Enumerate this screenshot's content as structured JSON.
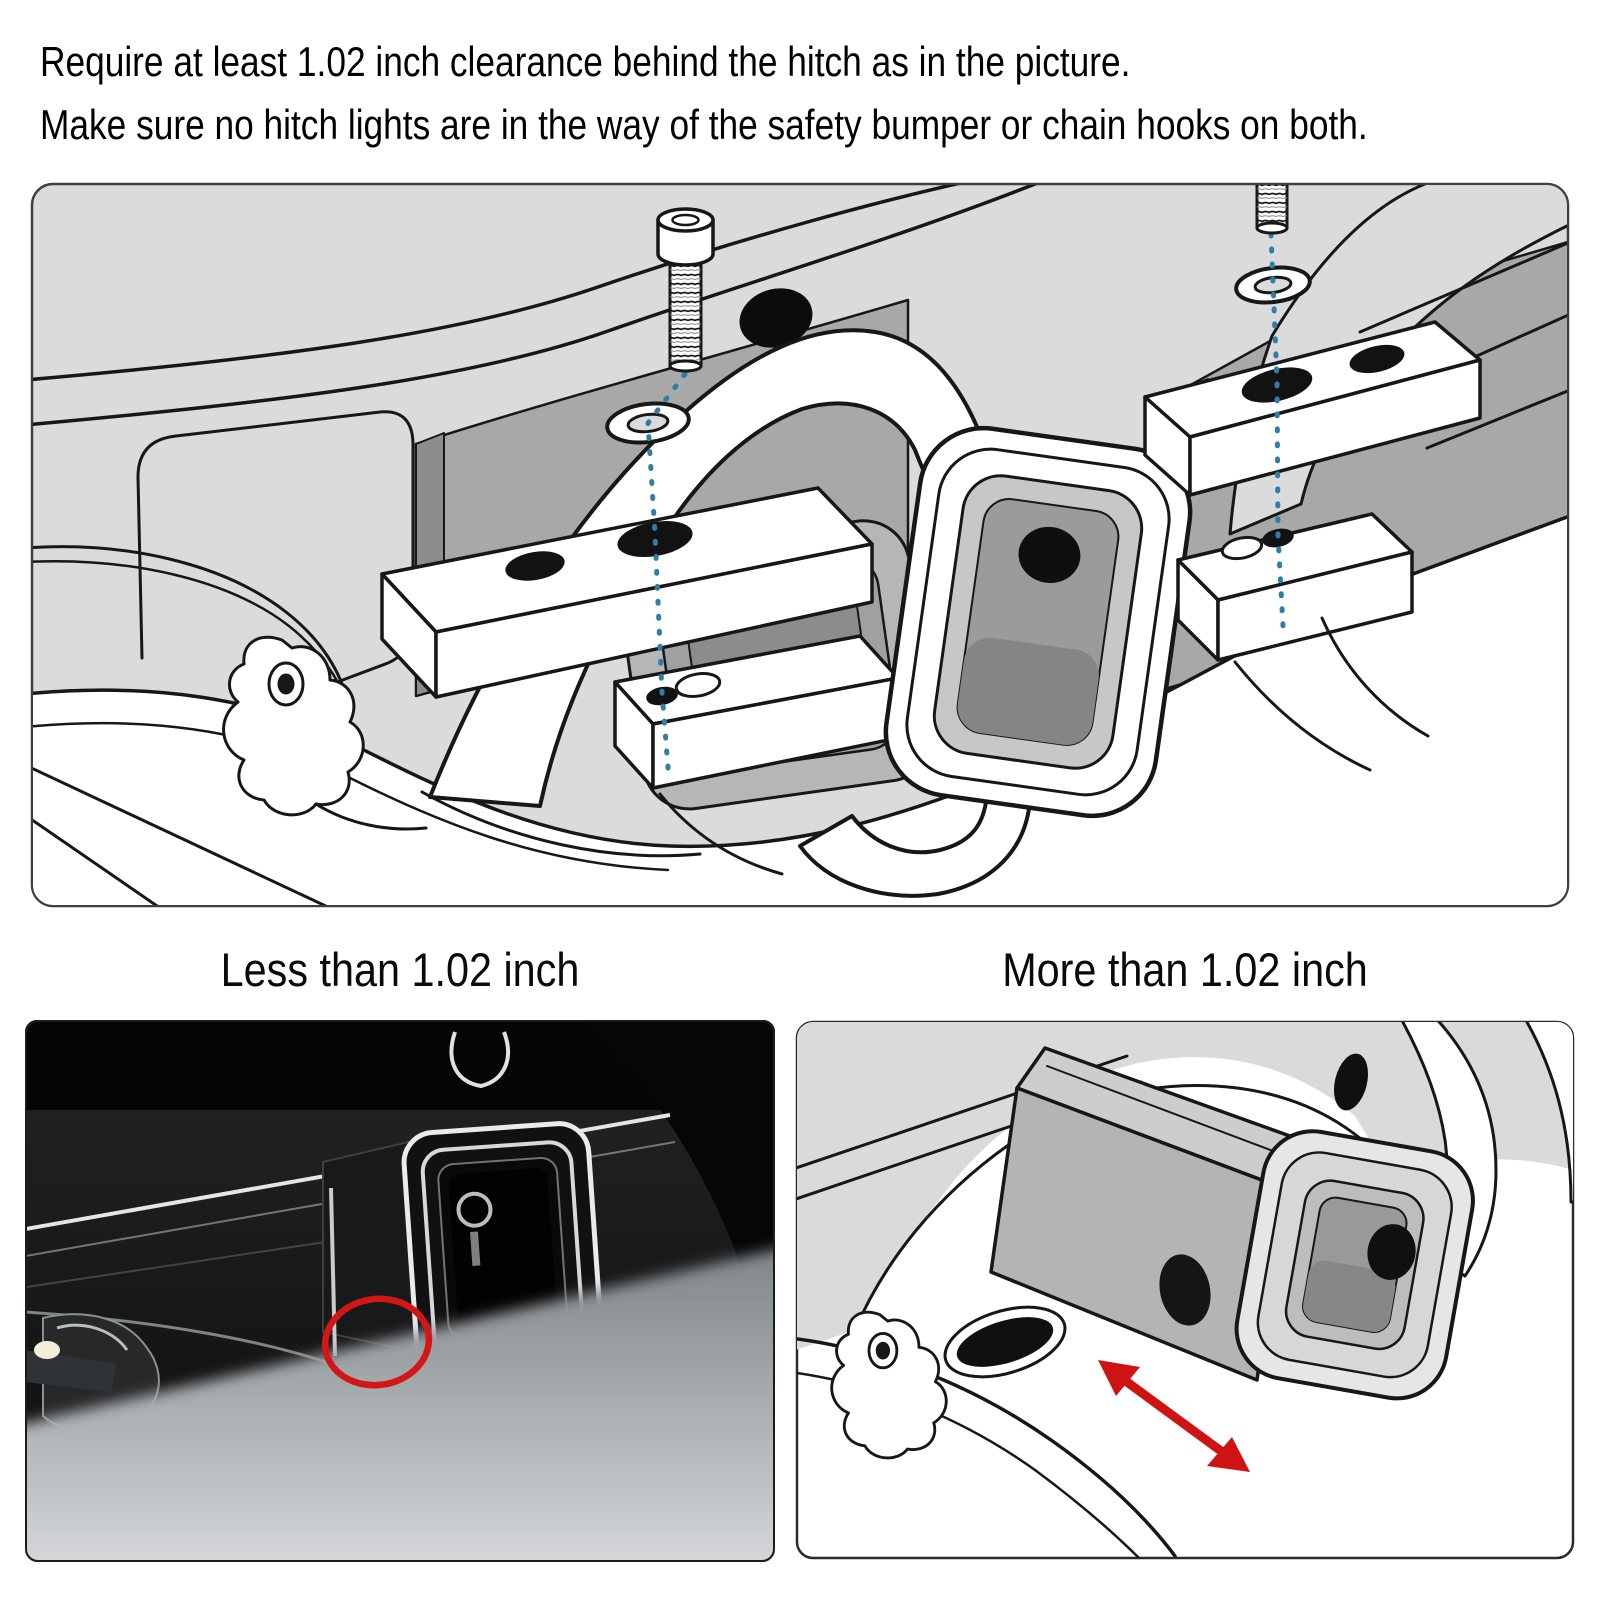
{
  "instructions": {
    "line1": "Require at least 1.02 inch clearance behind the hitch as in the picture.",
    "line2": "Make sure no hitch lights are in the way of the safety bumper or chain hooks on both."
  },
  "comparison": {
    "left_label": "Less than 1.02 inch",
    "right_label": "More than 1.02 inch"
  },
  "annotations": {
    "red_circle": "clearance-too-small-marker",
    "red_arrow": "clearance-distance-arrow",
    "dashed_lines": "bolt-alignment-guides"
  },
  "colors": {
    "accent_red": "#cf1212",
    "guide_blue": "#2f7ea6",
    "line_black": "#171717",
    "panel_gray": "#dbdbdb",
    "cavity_gray": "#a8a8a8",
    "photo_dark": "#0e0f10",
    "ground_gray": "#d9dbdd"
  }
}
